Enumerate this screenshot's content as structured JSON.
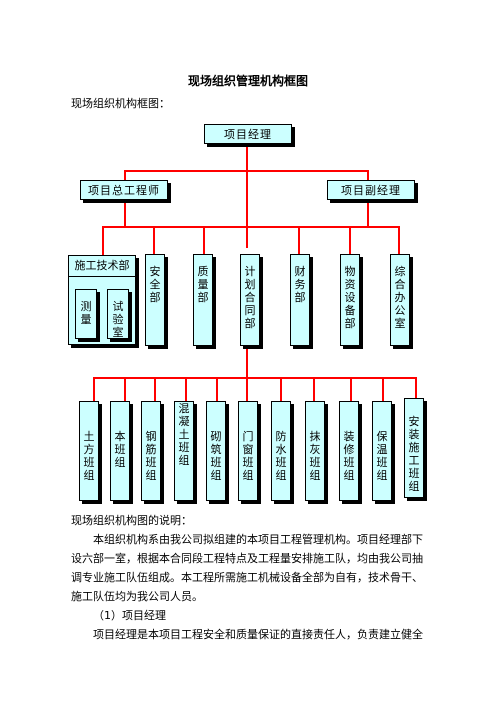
{
  "title": "现场组织管理机构框图",
  "subtitle": "现场组织机构框图：",
  "chart": {
    "top": "项目经理",
    "level2": [
      "项目总工程师",
      "项目副经理"
    ],
    "tech_dept": "施工技术部",
    "tech_sub": [
      "测量",
      "试验室"
    ],
    "departments": [
      "安全部",
      "质量部",
      "计划合同部",
      "财务部",
      "物资设备部",
      "综合办公室"
    ],
    "teams": [
      "土方班组",
      "本班组",
      "钢筋班组",
      "混凝土班组",
      "砌筑班组",
      "门窗班组",
      "防水班组",
      "抹灰班组",
      "装修班组",
      "保温班组",
      "安装施工班组"
    ]
  },
  "text": {
    "heading": "现场组织机构图的说明：",
    "paragraph": "本组织机构系由我公司拟组建的本项目工程管理机构。项目经理部下设六部一室，根据本合同段工程特点及工程量安排施工队，均由我公司抽调专业施工队伍组成。本工程所需施工机械设备全部为自有，技术骨干、施工队伍均为我公司人员。",
    "section": "（1）项目经理",
    "last": "项目经理是本项目工程安全和质量保证的直接责任人，负责建立健全"
  },
  "colors": {
    "box_fill": "#ccffff",
    "connector": "#ff0000"
  }
}
